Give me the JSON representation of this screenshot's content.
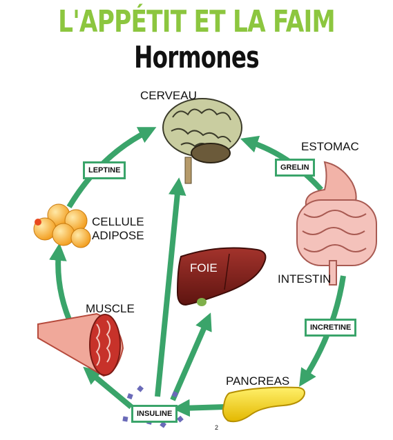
{
  "title": "L'APPÉTIT ET LA FAIM",
  "subtitle": "Hormones",
  "organs": {
    "brain": "CERVEAU",
    "stomach": "ESTOMAC",
    "fat_cell": "CELLULE\nADIPOSE",
    "liver": "FOIE",
    "intestine": "INTESTIN",
    "muscle": "MUSCLE",
    "pancreas": "PANCREAS"
  },
  "hormones": {
    "leptin": "LEPTINE",
    "ghrelin": "GRELIN",
    "incretin": "INCRETINE",
    "insulin": "INSULINE"
  },
  "page_number": "2",
  "colors": {
    "title": "#8cc63f",
    "arrow": "#3aa46a",
    "liver": "#7a1d1a",
    "pancreas": "#f3d21a",
    "muscle": "#d9473a",
    "fat": "#f4a623",
    "brain": "#c9cda0"
  }
}
